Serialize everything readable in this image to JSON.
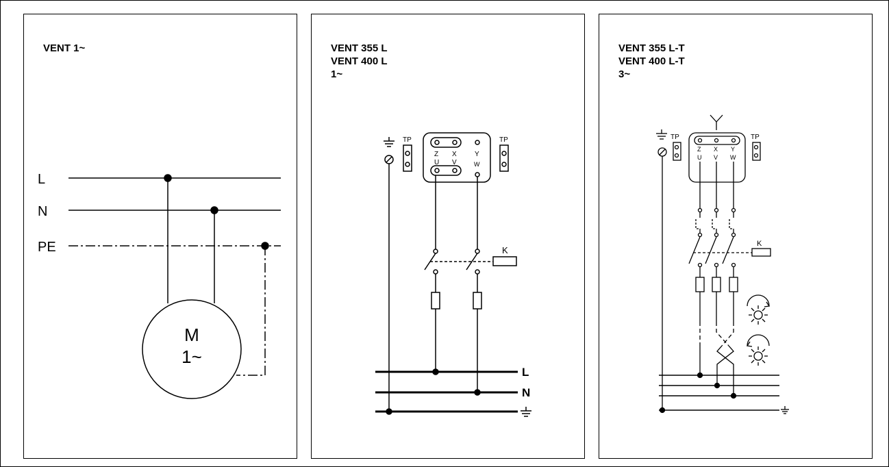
{
  "panels": [
    {
      "title_lines": [
        "VENT 1~"
      ],
      "labels": {
        "l": "L",
        "n": "N",
        "pe": "PE",
        "motor_top": "M",
        "motor_bottom": "1~"
      }
    },
    {
      "title_lines": [
        "VENT 355 L",
        "VENT 400 L",
        "1~"
      ],
      "labels": {
        "tp_left": "TP",
        "tp_right": "TP",
        "t_z": "Z",
        "t_x": "X",
        "t_y": "Y",
        "t_u": "U",
        "t_v": "V",
        "t_w": "W",
        "k": "K",
        "l": "L",
        "n": "N"
      }
    },
    {
      "title_lines": [
        "VENT 355 L-T",
        "VENT 400 L-T",
        "3~"
      ],
      "labels": {
        "tp_left": "TP",
        "tp_right": "TP",
        "t_z": "Z",
        "t_x": "X",
        "t_y": "Y",
        "t_u": "U",
        "t_v": "V",
        "t_w": "W",
        "k": "K"
      }
    }
  ]
}
